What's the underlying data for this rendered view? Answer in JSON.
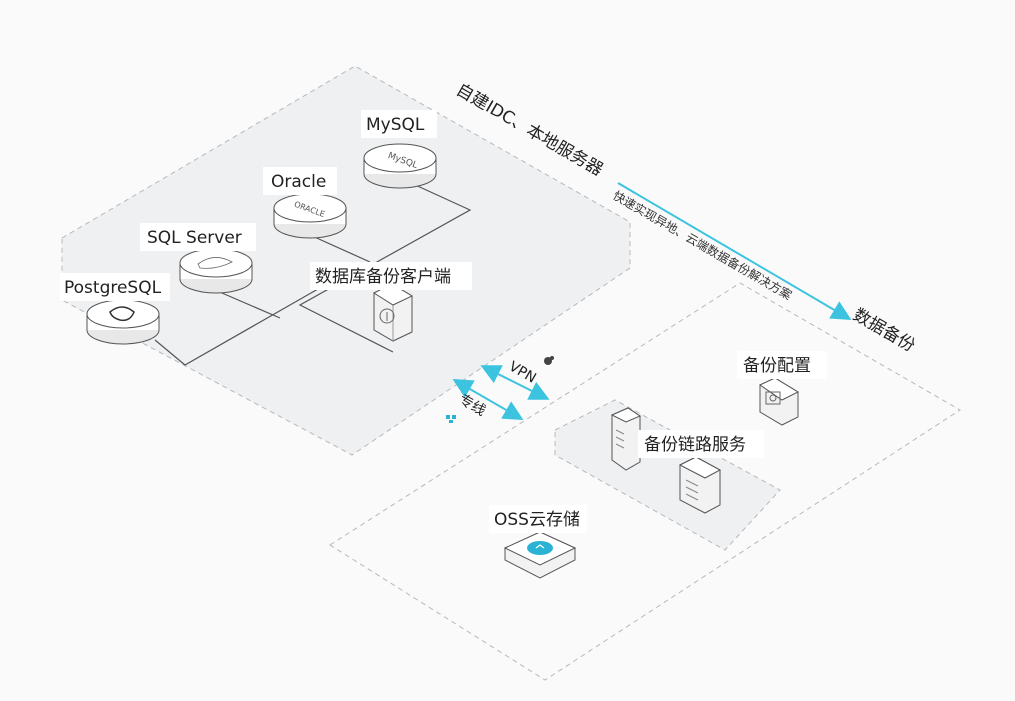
{
  "labels": {
    "mysql": "MySQL",
    "oracle": "Oracle",
    "sqlserver": "SQL Server",
    "postgresql": "PostgreSQL",
    "client": "数据库备份客户端",
    "backup_config": "备份配置",
    "backup_link": "备份链路服务",
    "oss": "OSS云存储",
    "vpn": "VPN",
    "dedicated_line": "专线"
  },
  "disk_text": {
    "mysql": "MySQL",
    "oracle": "ORACLE"
  },
  "arrow": {
    "start_label": "自建IDC、本地服务器",
    "middle_label": "快速实现异地、云端数据备份解决方案",
    "end_label": "数据备份"
  },
  "colors": {
    "accent": "#3cc3e0",
    "zone_fill": "#eef0f2",
    "zone_border": "#b5b9bd",
    "box_border": "#8a8f94"
  },
  "icons": {
    "client": "cloud-upload-icon",
    "backup_config": "gear-monitor-icon",
    "backup_link": "server-rack-icon",
    "oss": "cloud-storage-icon",
    "vpn": "vpn-icon",
    "dedicated_line": "network-icon"
  }
}
